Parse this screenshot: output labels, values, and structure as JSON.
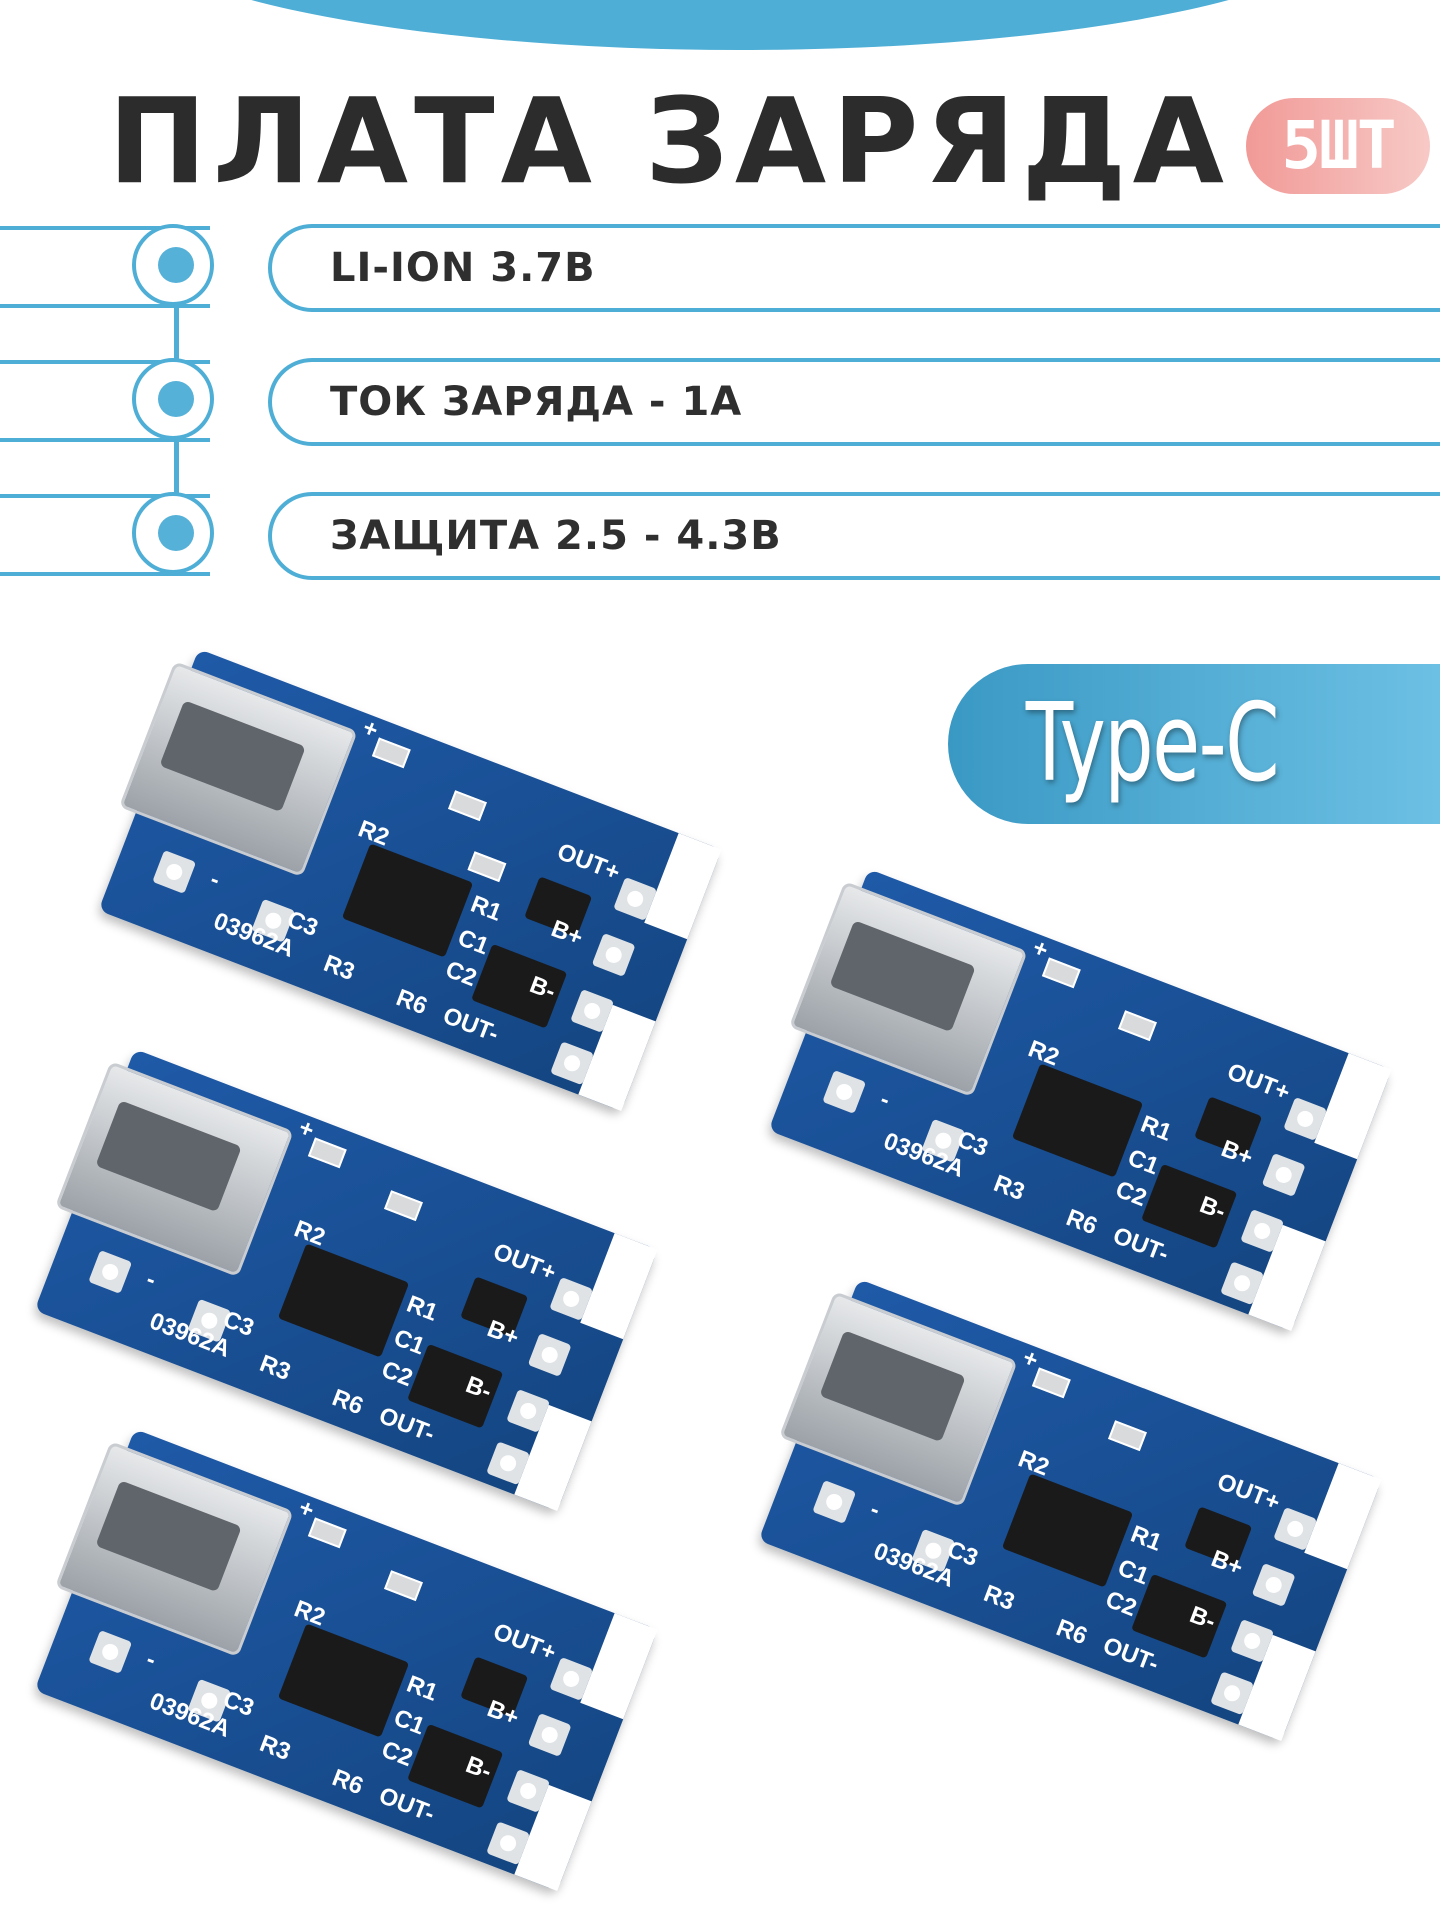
{
  "header": {
    "title": "ПЛАТА ЗАРЯДА",
    "quantity_badge": "5ШТ"
  },
  "features": [
    {
      "label": "LI-ION  3.7В"
    },
    {
      "label": "ТОК ЗАРЯДА - 1А"
    },
    {
      "label": "ЗАЩИТА  2.5 - 4.3В"
    }
  ],
  "connector_badge": "Type-C",
  "board_silkscreen": {
    "model": "03962A",
    "out_plus": "OUT+",
    "out_minus": "OUT-",
    "b_plus": "B+",
    "b_minus": "B-",
    "plus": "+",
    "minus": "-",
    "r1": "R1",
    "r2": "R2",
    "r3": "R3",
    "r6": "R6",
    "c1": "C1",
    "c2": "C2",
    "c3": "C3"
  },
  "colors": {
    "accent_blue": "#4eaed6",
    "title_text": "#2c2c2c",
    "badge_pink": "#f19a97",
    "pcb_blue": "#1f5aa8"
  }
}
